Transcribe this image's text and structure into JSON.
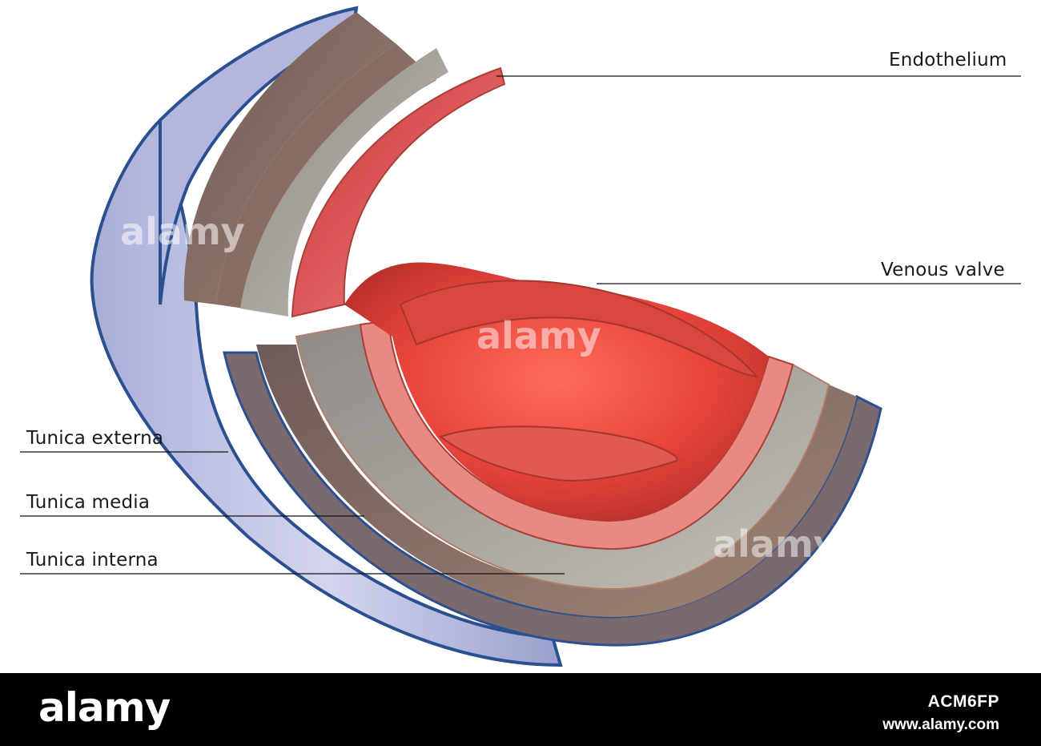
{
  "labels": {
    "endothelium": "Endothelium",
    "venous_valve": "Venous valve",
    "tunica_externa": "Tunica externa",
    "tunica_media": "Tunica media",
    "tunica_interna": "Tunica interna"
  },
  "watermark": "alamy",
  "footer": {
    "brand": "alamy",
    "image_id": "ACM6FP",
    "site": "www.alamy.com"
  },
  "colors": {
    "externa_surface": "#b8bde0",
    "outline_blue": "#2c4f8f",
    "brown_layer": "#8a6d62",
    "grey_layer": "#a8a49c",
    "endothelium_red": "#e0443c",
    "lumen_red": "#f25a4e",
    "footer_bg": "#000000"
  }
}
